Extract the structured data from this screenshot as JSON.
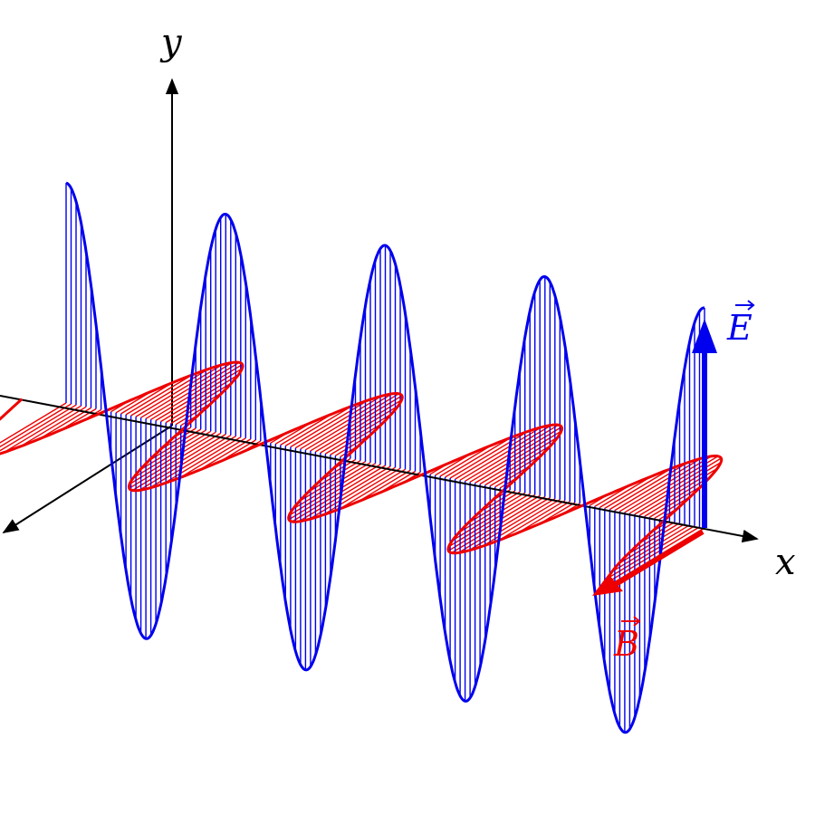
{
  "diagram": {
    "axes": {
      "x_label": "x",
      "y_label": "y"
    },
    "vectors": {
      "e_label": "E",
      "b_label": "B"
    },
    "colors": {
      "electric": "#0000ee",
      "magnetic": "#ee0000",
      "axis": "#000000"
    },
    "wave": {
      "wavelengths_shown": 4,
      "e_field_plane": "x-y",
      "b_field_plane": "x-z"
    }
  }
}
